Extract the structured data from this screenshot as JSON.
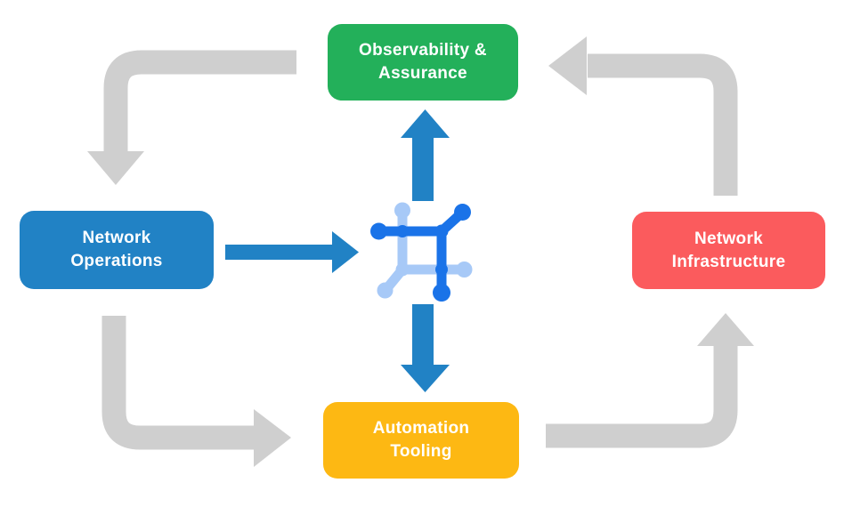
{
  "title": "Network automation lifecycle diagram",
  "colors": {
    "background": "#FFFFFF",
    "node_green": "#23B05A",
    "node_blue": "#2182C5",
    "node_red": "#FB5B5D",
    "node_yellow": "#FDB813",
    "node_text": "#FFFFFF",
    "gray_arrow": "#CFCFCF",
    "blue_arrow": "#2182C5",
    "icon_dark_blue": "#1A73E8",
    "icon_light_blue": "#A7C9F7"
  },
  "nodes": {
    "observability": {
      "label": "Observability &\nAssurance",
      "color_key": "node_green"
    },
    "operations": {
      "label": "Network\nOperations",
      "color_key": "node_blue"
    },
    "infrastructure": {
      "label": "Network\nInfrastructure",
      "color_key": "node_red"
    },
    "automation": {
      "label": "Automation\nTooling",
      "color_key": "node_yellow"
    }
  },
  "icons": {
    "center": "network-nodes-icon"
  },
  "arrows": [
    {
      "style": "gray-elbow",
      "from": "observability",
      "to": "operations",
      "direction": "down"
    },
    {
      "style": "gray-elbow",
      "from": "operations",
      "to": "automation",
      "direction": "right"
    },
    {
      "style": "gray-elbow",
      "from": "automation",
      "to": "infrastructure",
      "direction": "up"
    },
    {
      "style": "gray-elbow",
      "from": "infrastructure",
      "to": "observability",
      "direction": "left"
    },
    {
      "style": "blue-straight",
      "from": "operations",
      "to": "center-icon",
      "direction": "right"
    },
    {
      "style": "blue-straight",
      "from": "center-icon",
      "to": "observability",
      "direction": "up"
    },
    {
      "style": "blue-straight",
      "from": "center-icon",
      "to": "automation",
      "direction": "down"
    }
  ]
}
